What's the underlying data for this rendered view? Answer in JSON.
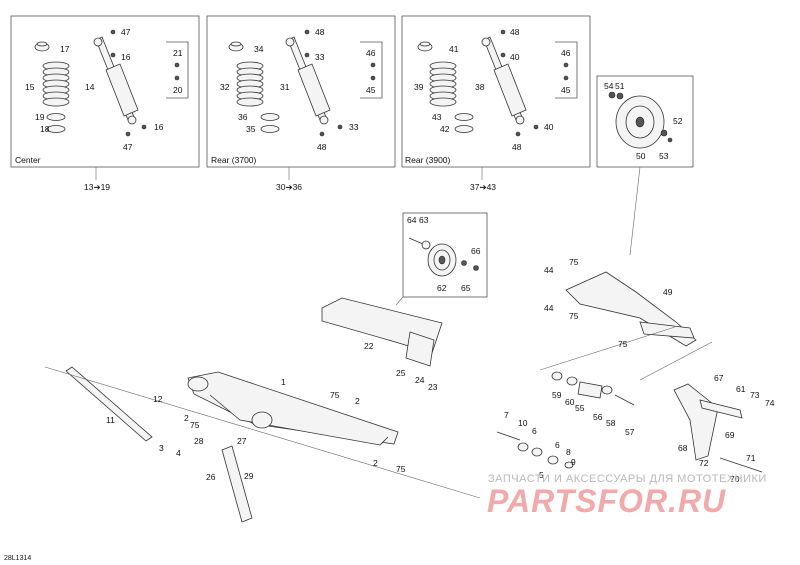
{
  "boxes": [
    {
      "caption": "Center",
      "range": "13➔19"
    },
    {
      "caption": "Rear (3700)",
      "range": "30➔36"
    },
    {
      "caption": "Rear (3900)",
      "range": "37➔43"
    }
  ],
  "box_center_labels": [
    "47",
    "17",
    "16",
    "21",
    "15",
    "14",
    "20",
    "19",
    "18",
    "16",
    "47"
  ],
  "box_rear3700_labels": [
    "48",
    "34",
    "33",
    "46",
    "32",
    "31",
    "45",
    "36",
    "35",
    "33",
    "48"
  ],
  "box_rear3900_labels": [
    "48",
    "41",
    "40",
    "46",
    "39",
    "38",
    "45",
    "43",
    "42",
    "40",
    "48"
  ],
  "wheel_box_labels": [
    "54",
    "51",
    "52",
    "50",
    "53"
  ],
  "idler_box_labels": [
    "64",
    "63",
    "66",
    "62",
    "65"
  ],
  "main_labels": [
    "1",
    "11",
    "12",
    "2",
    "75",
    "3",
    "4",
    "28",
    "27",
    "26",
    "29",
    "75",
    "2",
    "2",
    "75",
    "22",
    "25",
    "24",
    "23",
    "44",
    "75",
    "49",
    "44",
    "75",
    "75",
    "59",
    "60",
    "55",
    "56",
    "58",
    "57",
    "67",
    "61",
    "73",
    "74",
    "7",
    "10",
    "6",
    "6",
    "5",
    "8",
    "9",
    "68",
    "69",
    "72",
    "71",
    "70"
  ],
  "watermark": {
    "line1": "ЗАПЧАСТИ И АКСЕССУАРЫ ДЛЯ МОТОТЕХНИКИ",
    "line2": "PARTSFOR.RU"
  },
  "figure_id": "28L1314"
}
